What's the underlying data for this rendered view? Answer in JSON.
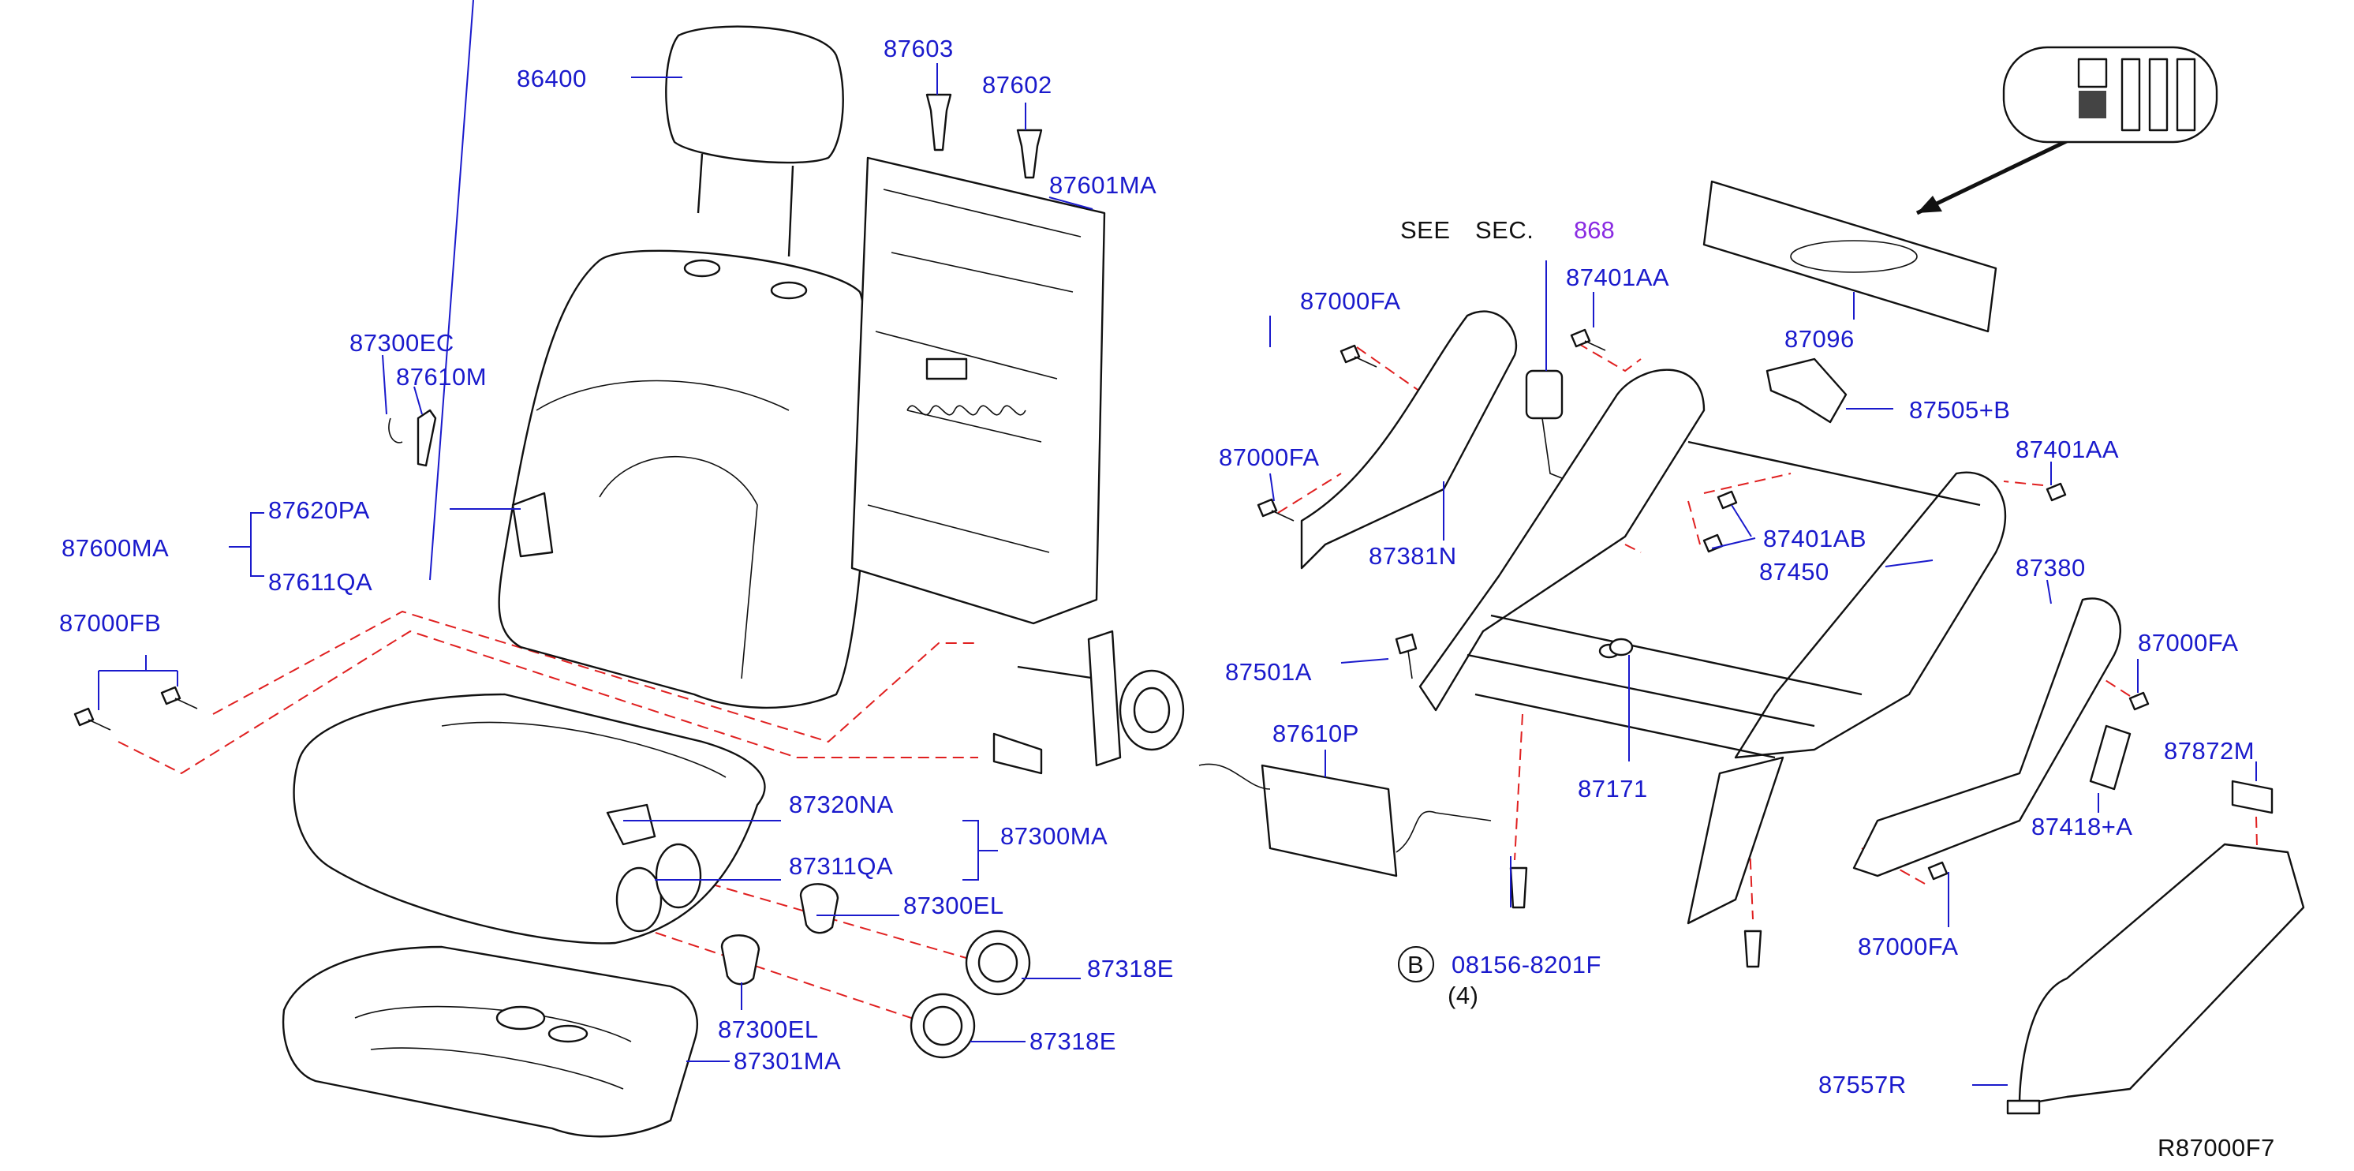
{
  "diagram": {
    "ref_code": "R87000F7",
    "see_text": "SEE",
    "sec_text": "SEC.",
    "sec_number": "868",
    "bolt_marker": "B",
    "bolt_part": "08156-8201F",
    "bolt_qty": "(4)",
    "labels": {
      "p86400": "86400",
      "p87603": "87603",
      "p87602": "87602",
      "p87601MA": "87601MA",
      "p87300EC": "87300EC",
      "p87610M": "87610M",
      "p87600MA": "87600MA",
      "p87620PA": "87620PA",
      "p87611QA": "87611QA",
      "p87000FB": "87000FB",
      "p87320NA": "87320NA",
      "p87300MA": "87300MA",
      "p87311QA": "87311QA",
      "p87300EL_a": "87300EL",
      "p87318E_a": "87318E",
      "p87300EL_b": "87300EL",
      "p87318E_b": "87318E",
      "p87301MA": "87301MA",
      "p87000FA_1": "87000FA",
      "p87000FA_2": "87000FA",
      "p87381N": "87381N",
      "p87401AA_1": "87401AA",
      "p87096": "87096",
      "p87505B": "87505+B",
      "p87401AA_2": "87401AA",
      "p87401AB": "87401AB",
      "p87450": "87450",
      "p87380": "87380",
      "p87501A": "87501A",
      "p87610P": "87610P",
      "p87171": "87171",
      "p87000FA_3": "87000FA",
      "p87872M": "87872M",
      "p87418A": "87418+A",
      "p87000FA_4": "87000FA",
      "p87557R": "87557R"
    }
  },
  "colors": {
    "label": "#1a1acc",
    "section_ref": "#8a2be2",
    "dashed_leader": "#e02020",
    "line_art": "#111111"
  }
}
